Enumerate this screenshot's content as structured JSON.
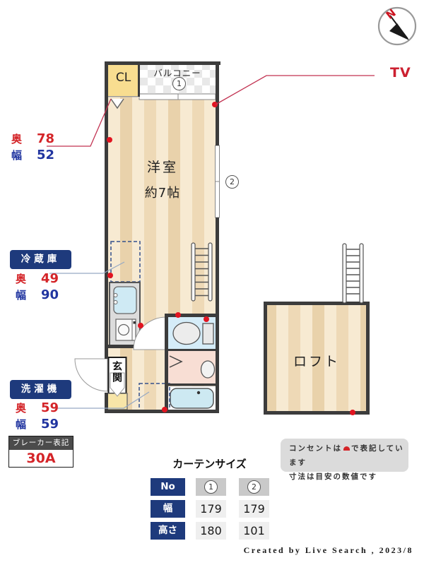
{
  "compass": {
    "north": "N"
  },
  "plan": {
    "closet": "CL",
    "balcony": "バルコニー",
    "window1": "1",
    "window2": "2",
    "room_name": "洋室",
    "room_size": "約7帖",
    "loft": "ロフト",
    "entrance": "玄関",
    "tv": "TV"
  },
  "dimensions": {
    "closet": {
      "depth_label": "奥",
      "depth_value": "78",
      "width_label": "幅",
      "width_value": "52"
    },
    "fridge": {
      "title": "冷蔵庫",
      "depth_label": "奥",
      "depth_value": "49",
      "width_label": "幅",
      "width_value": "90"
    },
    "washer": {
      "title": "洗濯機",
      "depth_label": "奥",
      "depth_value": "59",
      "width_label": "幅",
      "width_value": "59"
    }
  },
  "breaker": {
    "title": "ブレーカー表記",
    "value": "30A"
  },
  "curtain_table": {
    "title": "カーテンサイズ",
    "row_headers": [
      "No",
      "幅",
      "高さ"
    ],
    "col1": [
      "1",
      "179",
      "180"
    ],
    "col2": [
      "2",
      "179",
      "101"
    ]
  },
  "note": {
    "line1_prefix": "コンセントは",
    "line1_suffix": "で表記しています",
    "line2": "寸法は目安の数値です"
  },
  "footer": {
    "credit": "Created by Live Search , 2023/8"
  },
  "colors": {
    "wall": "#3c3c3c",
    "wood_light": "#f7ead2",
    "wood_dark": "#e9d2ab",
    "closet_fill": "#f8dd90",
    "toilet_room": "#d5ecf8",
    "washroom": "#f8ded4",
    "tub": "#cde9f2",
    "navy_badge": "#1e3a7c",
    "red_text": "#d42428",
    "blue_text": "#2135a0",
    "outlet_dot": "#e11420",
    "annotation_pink": "#c23352",
    "annotation_blue": "#96a9c4"
  }
}
